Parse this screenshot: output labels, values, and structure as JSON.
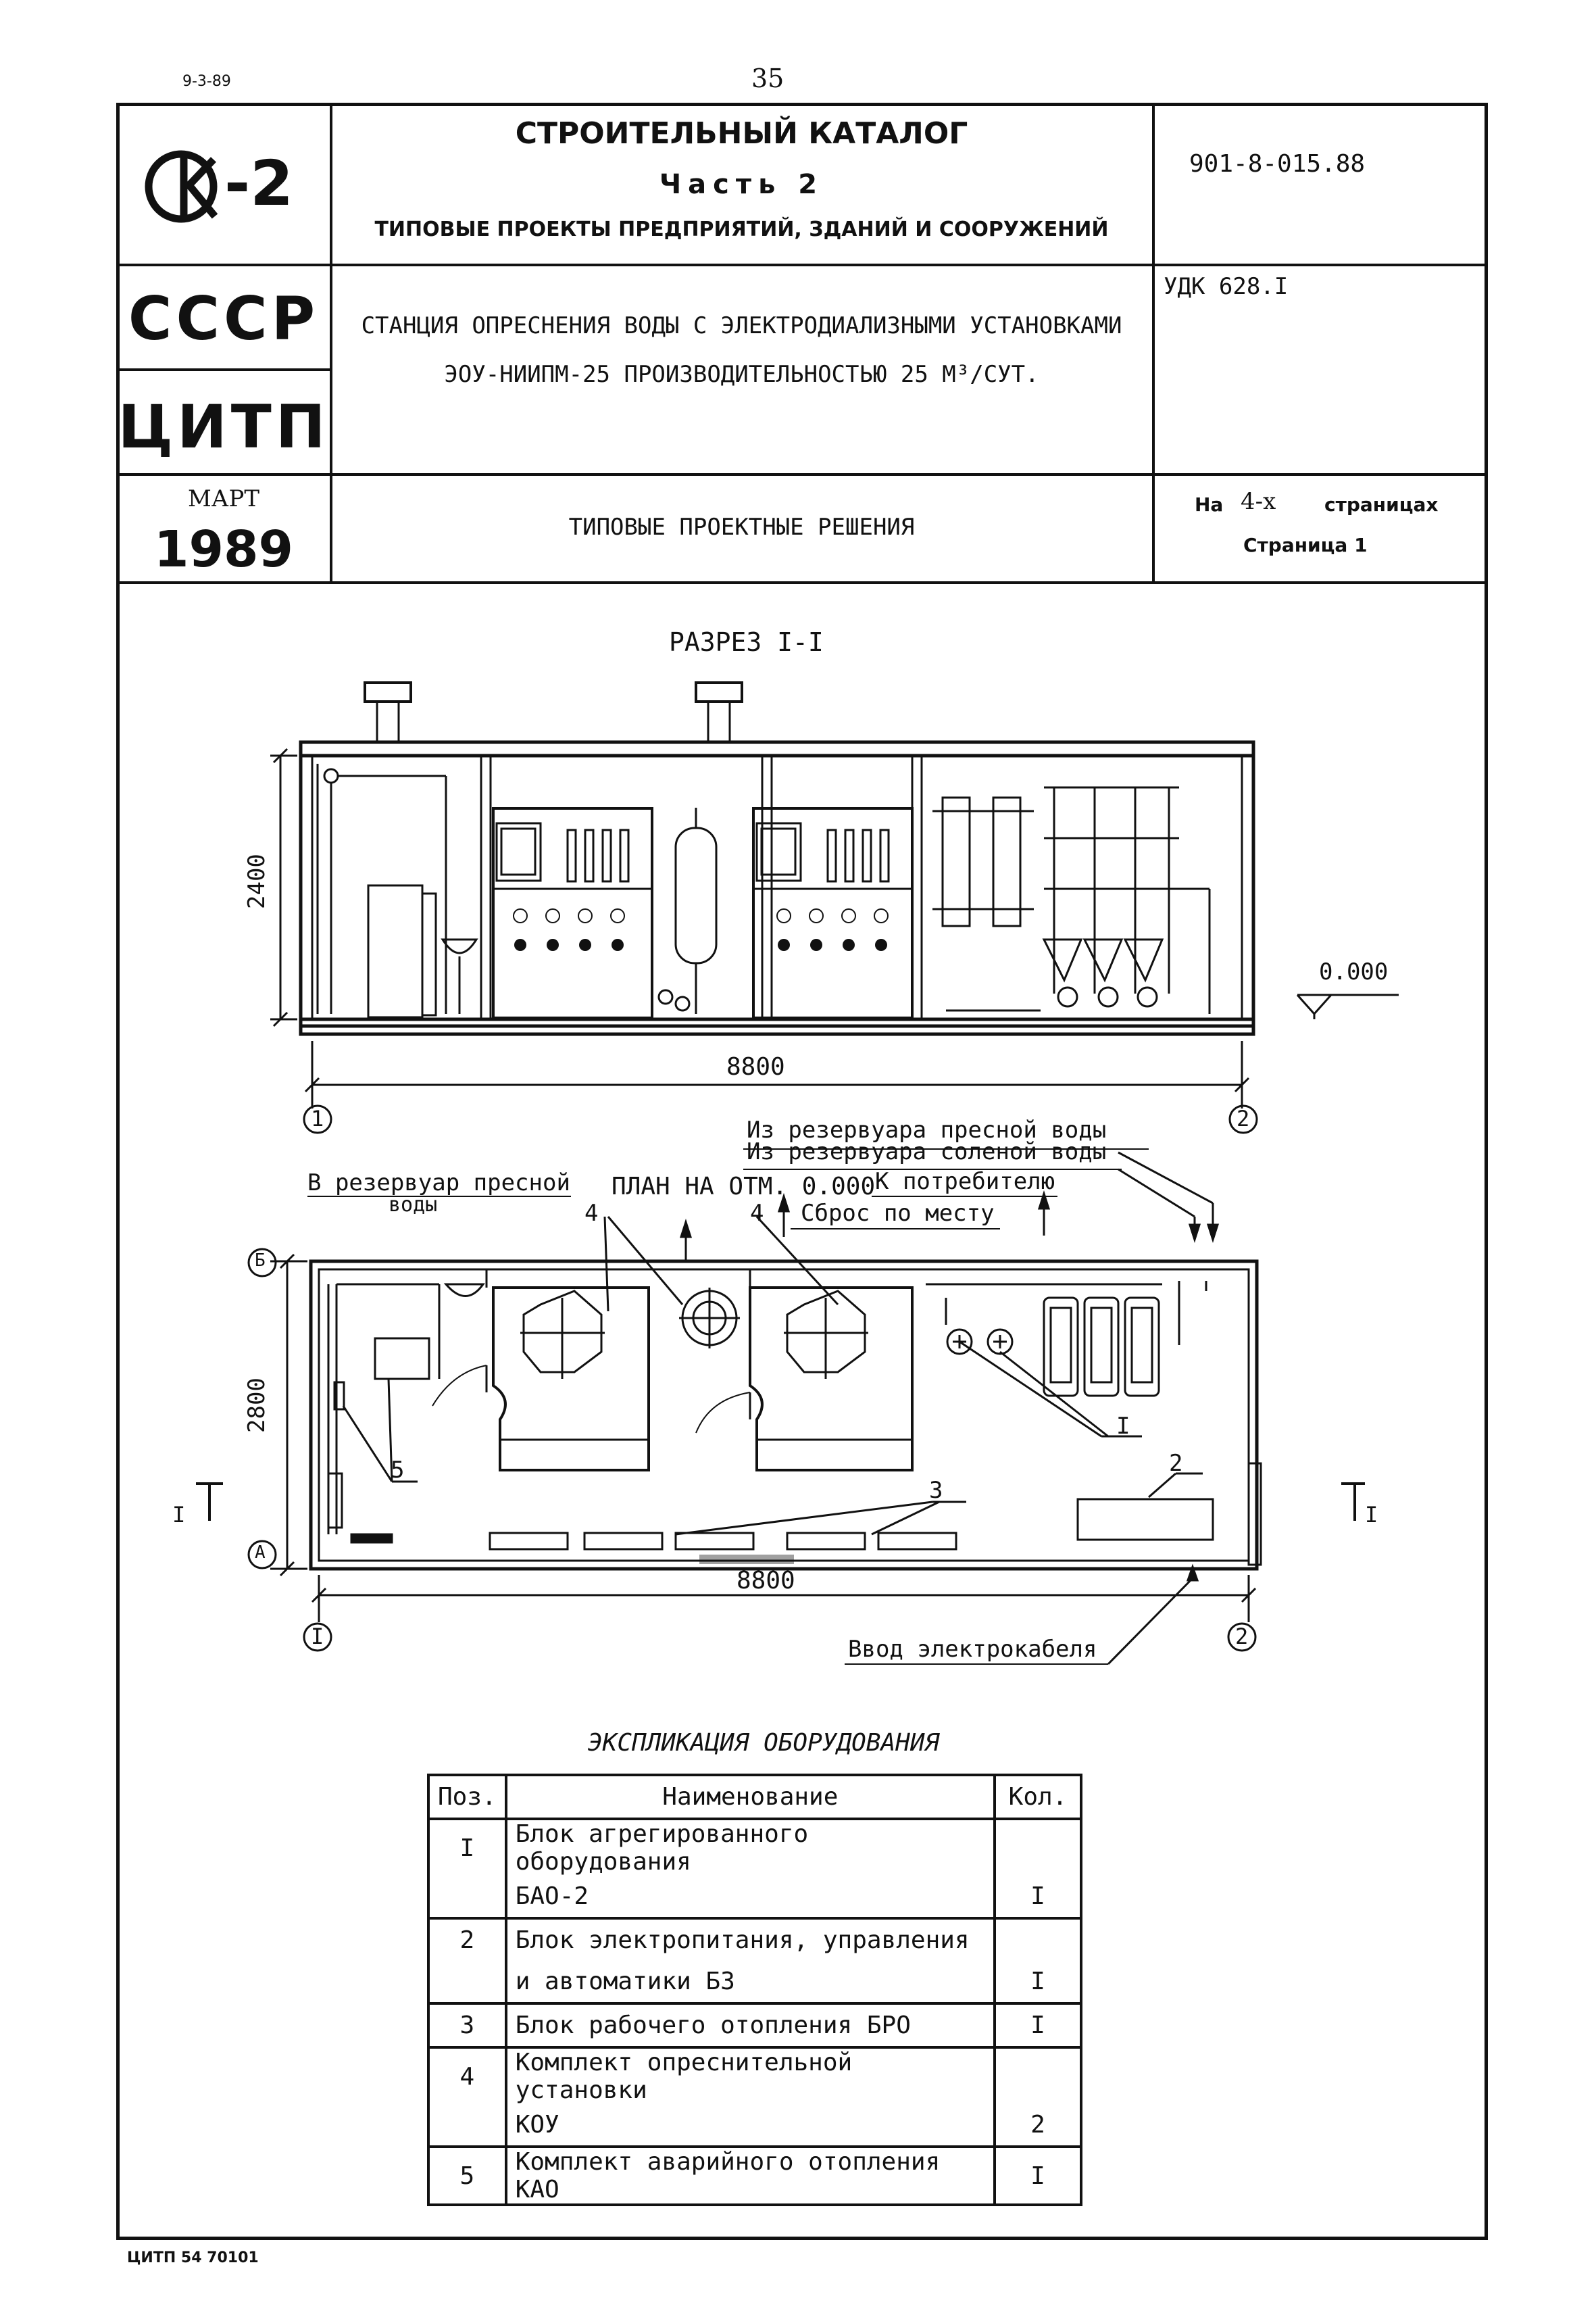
{
  "top": {
    "date": "9-3-89",
    "page_number": "35"
  },
  "header": {
    "logo_text": "Ск-2",
    "catalog_title": "СТРОИТЕЛЬНЫЙ КАТАЛОГ",
    "part": "Часть 2",
    "subtitle": "ТИПОВЫЕ ПРОЕКТЫ ПРЕДПРИЯТИЙ, ЗДАНИЙ И СООРУЖЕНИЙ",
    "project_code": "901-8-015.88",
    "country": "СССР",
    "org": "ЦИТП",
    "project_title_line1": "СТАНЦИЯ ОПРЕСНЕНИЯ ВОДЫ С ЭЛЕКТРОДИАЛИЗНЫМИ УСТАНОВКАМИ",
    "project_title_line2": "ЭОУ-НИИПМ-25 ПРОИЗВОДИТЕЛЬНОСТЬЮ 25 М³/СУТ.",
    "udk": "УДК 628.I",
    "month": "МАРТ",
    "year": "1989",
    "solutions": "ТИПОВЫЕ ПРОЕКТНЫЕ РЕШЕНИЯ",
    "pages_prefix": "На",
    "pages_count": "4-х",
    "pages_suffix": "страницах",
    "page_label": "Страница 1"
  },
  "section": {
    "title": "РАЗРЕЗ I-I",
    "height_dim": "2400",
    "length_dim": "8800",
    "level_mark": "0.000",
    "axis_left": "1",
    "axis_right": "2"
  },
  "plan": {
    "title": "ПЛАН НА ОТМ. 0.000",
    "label_from_fresh": "Из резервуара пресной воды",
    "label_from_salt": "Из резервуара соленой воды",
    "label_to_fresh_1": "В резервуар пресной",
    "label_to_fresh_2": "воды",
    "label_consumer": "К потребителю",
    "label_drain": "Сброс по месту",
    "callout_4a": "4",
    "callout_4b": "4",
    "callout_1": "I",
    "callout_2": "2",
    "callout_3": "3",
    "callout_5": "5",
    "width_dim": "2800",
    "length_dim": "8800",
    "axis_b": "Б",
    "axis_a": "А",
    "axis_left": "I",
    "axis_right": "2",
    "section_mark_left": "I",
    "section_mark_right": "I",
    "cable_label": "Ввод электрокабеля"
  },
  "explication": {
    "title": "ЭКСПЛИКАЦИЯ ОБОРУДОВАНИЯ",
    "col_pos": "Поз.",
    "col_name": "Наименование",
    "col_qty": "Кол.",
    "rows": [
      {
        "pos": "I",
        "name_line1": "Блок агрегированного оборудования",
        "name_line2": "БАО-2",
        "qty": "I"
      },
      {
        "pos": "2",
        "name_line1": "Блок электропитания, управления",
        "name_line2": "и автоматики БЗ",
        "qty": "I"
      },
      {
        "pos": "3",
        "name_line1": "Блок рабочего отопления БРО",
        "name_line2": "",
        "qty": "I"
      },
      {
        "pos": "4",
        "name_line1": "Комплект опреснительной установки",
        "name_line2": "КОУ",
        "qty": "2"
      },
      {
        "pos": "5",
        "name_line1": "Комплект аварийного отопления КАО",
        "name_line2": "",
        "qty": "I"
      }
    ]
  },
  "footer": {
    "code": "ЦИТП 54 70101"
  }
}
